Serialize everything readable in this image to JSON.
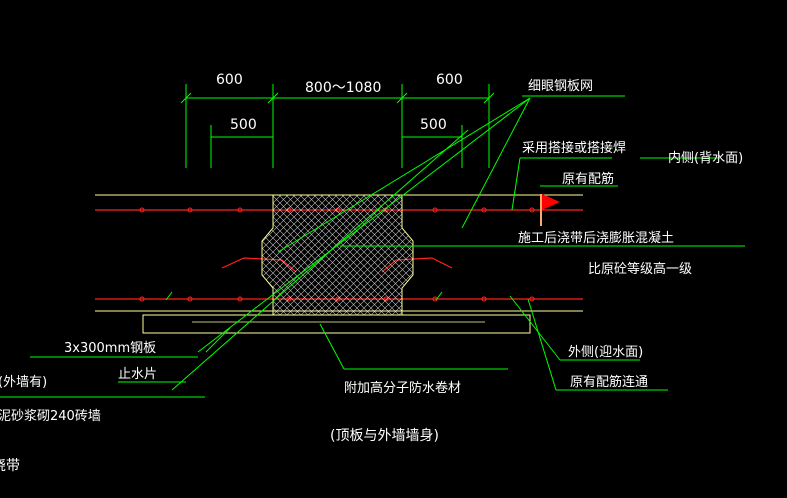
{
  "dimensions": {
    "top_left": "600",
    "top_middle": "800～1080",
    "top_right": "600",
    "inner_left": "500",
    "inner_right": "500"
  },
  "labels": {
    "fine_mesh": "细眼钢板网",
    "lap_weld": "采用搭接或搭接焊",
    "inner_side": "内侧(背水面)",
    "existing_rebar": "原有配筋",
    "post_pour_concrete": "施工后浇带后浇膨胀混凝土",
    "higher_grade": "比原砼等级高一级",
    "steel_plate": "3x300mm钢板",
    "water_stop": "止水片",
    "outer_side": "外侧(迎水面)",
    "rebar_continuous": "原有配筋连通",
    "waterproof_membrane": "附加高分子防水卷材",
    "caption": "(顶板与外墙墙身)",
    "cut_left_1": "(外墙有)",
    "cut_left_2": "泥砂浆砌240砖墙",
    "cut_left_3": "浇带"
  },
  "colors": {
    "dim": "#00ff00",
    "slab": "#ffff99",
    "rebar": "#ff2020",
    "leader": "#00ff00",
    "flag": "#ff0000",
    "hatch": "#ffffff"
  }
}
